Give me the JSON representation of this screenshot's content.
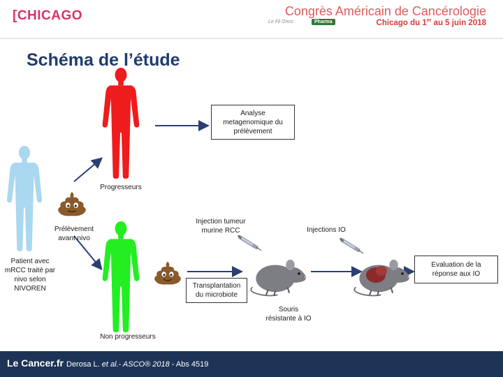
{
  "header": {
    "logo_text": "[CHICAGO",
    "congress_title": "Congrès Américain de Cancérologie",
    "congress_date_prefix": "Chicago du 1",
    "congress_date_sup": "er",
    "congress_date_suffix": " au 5 juin 2018",
    "sub_brand": "Le Fil Onco",
    "pharma_badge": "Pharma"
  },
  "slide": {
    "title": "Schéma de l’étude"
  },
  "diagram": {
    "patient_label": [
      "Patient avec",
      "mRCC traité par",
      "nivo selon",
      "NIVOREN"
    ],
    "prelevement_label": [
      "Prélèvement",
      "avant nivo"
    ],
    "progresseurs_label": "Progresseurs",
    "non_progresseurs_label": "Non progresseurs",
    "analyse_box": [
      "Analyse",
      "metagenomique du",
      "prélèvement"
    ],
    "transplantation_box": [
      "Transplantation",
      "du microbiote"
    ],
    "injection_tumeur_label": [
      "Injection tumeur",
      "murine RCC"
    ],
    "injections_io_label": "Injections IO",
    "souris_label": [
      "Souris",
      "résistante à IO"
    ],
    "evaluation_box": [
      "Evaluation de la",
      "réponse aux IO"
    ],
    "colors": {
      "patient": "#a9d8f0",
      "progresseurs": "#ee1c1c",
      "non_progresseurs": "#22ee22",
      "arrow": "#2b3f73",
      "mouse": "#7d7d84",
      "tumor": "#8b2a2a"
    }
  },
  "footer": {
    "logo": "Le Cancer.fr",
    "reference_author": "Derosa L. ",
    "reference_etal": "et al.",
    "reference_journal": "- ASCO® 2018",
    "reference_abs": " - Abs 4519"
  }
}
